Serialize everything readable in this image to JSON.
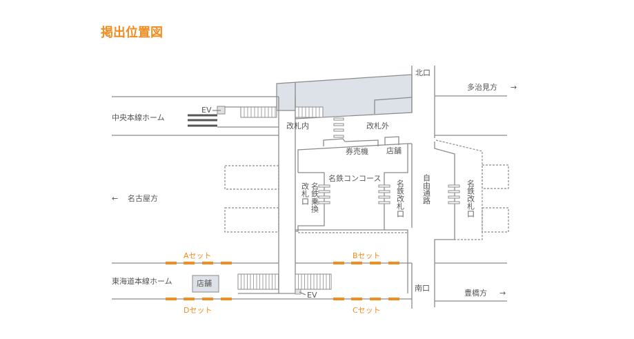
{
  "title": "掲出位置図",
  "colors": {
    "accent": "#f28c1e",
    "line": "#8a8a8a",
    "fill": "#dde2e8",
    "text": "#555555",
    "track": "#555555"
  },
  "labels": {
    "chuo_platform": "中央本線ホーム",
    "tokaido_platform": "東海道本線ホーム",
    "nagoya_dir": "名古屋方",
    "tajimi_dir": "多治見方",
    "toyohashi_dir": "豊橋方",
    "north_exit": "北口",
    "south_exit": "南口",
    "inside_gate": "改札内",
    "outside_gate": "改札外",
    "ticket_machines": "券売機",
    "shop_upper": "店舗",
    "shop_lower": "店舗",
    "meitetsu_concourse": "名鉄コンコース",
    "meitetsu_transfer": "名鉄乗換",
    "gate_exit": "改札口",
    "meitetsu_gate_1": "名鉄改札口",
    "meitetsu_gate_2": "名鉄改札口",
    "free_passage": "自由通路",
    "ev_upper": "EV",
    "ev_lower": "EV",
    "left_arrow": "←",
    "right_arrow": "→"
  },
  "sets": [
    {
      "name": "Aセット",
      "label": "Aセット"
    },
    {
      "name": "Bセット",
      "label": "Bセット"
    },
    {
      "name": "Cセット",
      "label": "Cセット"
    },
    {
      "name": "Dセット",
      "label": "Dセット"
    }
  ]
}
